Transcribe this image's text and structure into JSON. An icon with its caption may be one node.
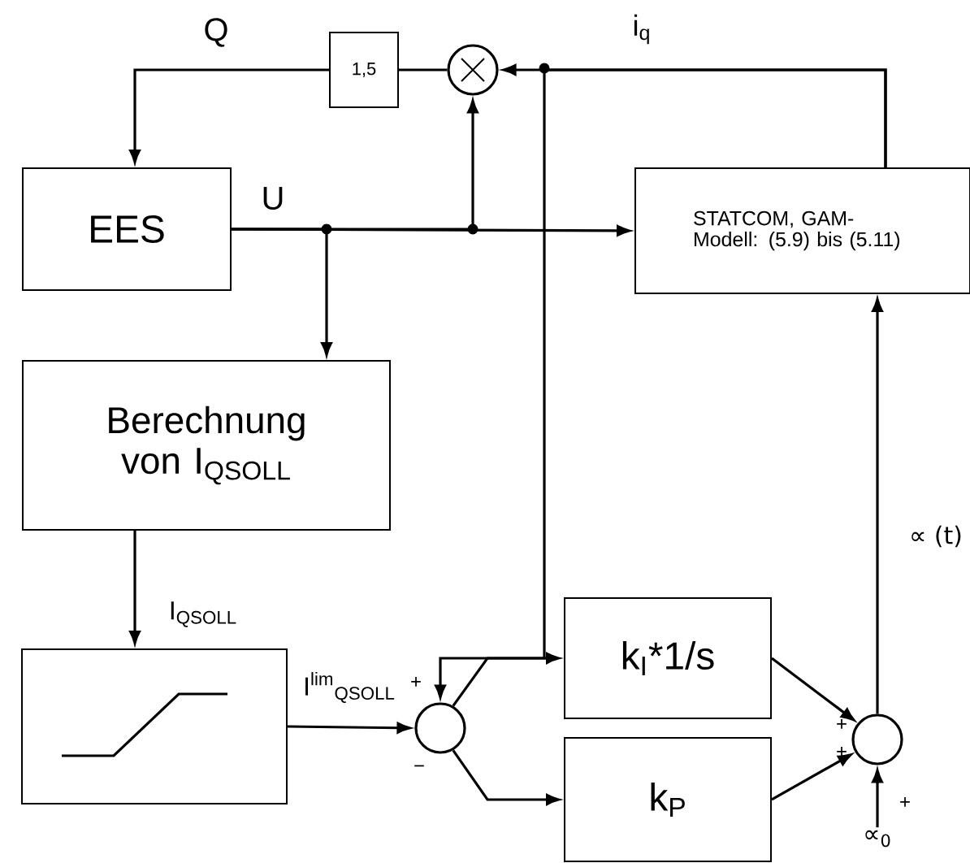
{
  "diagram": {
    "nodes": [
      {
        "text": [
          "EES"
        ]
      },
      {
        "text": [
          "1,5"
        ]
      },
      {
        "text": [],
        "shape": "circle"
      },
      {
        "text": [
          "STATCOM, GAM-Modell: (5.9) bis (5.11)"
        ]
      },
      {
        "text": [
          "Berechnung von I$_{QSOLL}$"
        ]
      },
      {
        "text": [],
        "shape": "box"
      },
      {
        "text": [],
        "shape": "circle"
      },
      {
        "text": [
          "k$_{I}$*1/s"
        ]
      },
      {
        "text": [
          "k$_{P}$"
        ]
      },
      {
        "text": [],
        "shape": "circle"
      },
      {
        "text": [
          "∝$_{0}$"
        ]
      }
    ],
    "edges": [
      {
        "from": 1,
        "to": 0,
        "arrow": "to",
        "label": "Q"
      },
      {
        "from": 2,
        "to": 1,
        "arrow": "none"
      },
      {
        "from": 3,
        "to": 2,
        "arrow": "to",
        "label": "i$_{q}$"
      },
      {
        "from": 0,
        "to": 3,
        "arrow": "to",
        "label": "U"
      },
      {
        "from": 0,
        "to": 2,
        "arrow": "to"
      },
      {
        "from": 0,
        "to": 4,
        "arrow": "to"
      },
      {
        "from": 4,
        "to": 5,
        "arrow": "to",
        "label": "I$_{QSOLL}$"
      },
      {
        "from": 5,
        "to": 6,
        "arrow": "to",
        "label": "I$^{lim}$$_{QSOLL}$"
      },
      {
        "from": 3,
        "to": 6,
        "arrow": "to"
      },
      {
        "from": 6,
        "to": 7,
        "arrow": "to"
      },
      {
        "from": 6,
        "to": 8,
        "arrow": "to"
      },
      {
        "from": 7,
        "to": 9,
        "arrow": "to"
      },
      {
        "from": 8,
        "to": 9,
        "arrow": "to"
      },
      {
        "from": 9,
        "to": 3,
        "arrow": "to",
        "label": "∝ (t)"
      },
      {
        "from": 10,
        "to": 9,
        "arrow": "to"
      }
    ],
    "labels": [
      "+",
      "−",
      "+",
      "+",
      "+"
    ]
  }
}
